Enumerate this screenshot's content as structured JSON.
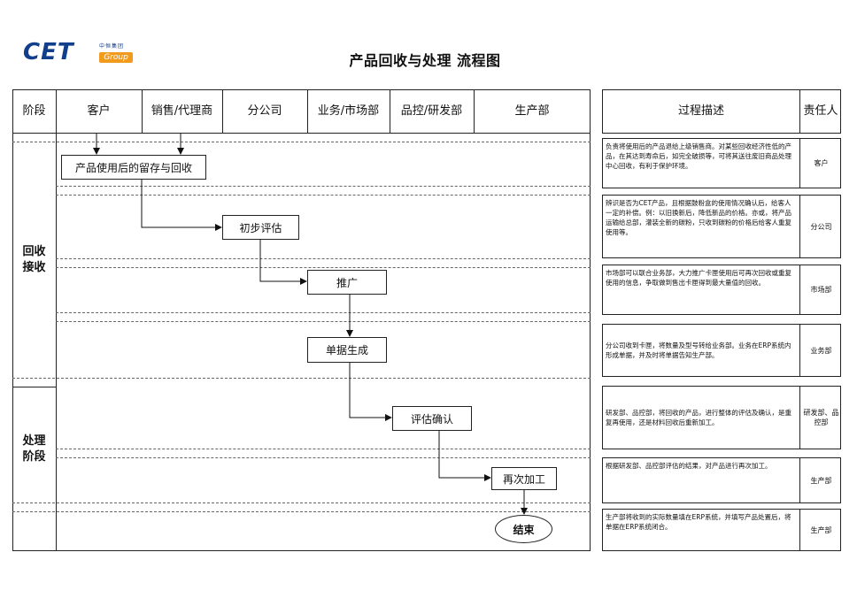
{
  "logo": {
    "brand": "CET",
    "cn": "中恒集团",
    "group": "Group"
  },
  "title": "产品回收与处理 流程图",
  "columns": [
    "阶段",
    "客户",
    "销售/代理商",
    "分公司",
    "业务/市场部",
    "品控/研发部",
    "生产部"
  ],
  "desc_header": {
    "description": "过程描述",
    "owner": "责任人"
  },
  "phases": [
    {
      "line1": "回收",
      "line2": "接收"
    },
    {
      "line1": "处理",
      "line2": "阶段"
    }
  ],
  "nodes": {
    "n1": "产品使用后的留存与回收",
    "n2": "初步评估",
    "n3": "推广",
    "n4": "单据生成",
    "n5": "评估确认",
    "n6": "再次加工",
    "end": "结束"
  },
  "rows": [
    {
      "description": "负责将使用后的产品退给上级销售商。对某些回收经济性低的产品，在其达到寿命后，如完全破损等，可将其送往废旧商品处理中心回收，有利于保护环境。",
      "owner": "客户"
    },
    {
      "description": "辨识是否为CET产品，且根据鼓粉盒的使用情况确认后，给客人一定的补偿。例：以旧换新后，降低新品的价格。亦或，将产品运输给总部，灌装全新的碳粉，只收到碳粉的价格后给客人重复使用等。",
      "owner": "分公司"
    },
    {
      "description": "市场部可以联合业务部，大力推广卡匣使用后可再次回收或重复使用的信息，争取做到售出卡匣得到最大量值的回收。",
      "owner": "市场部"
    },
    {
      "description": "分公司收到卡匣，将数量及型号转给业务部。业务在ERP系统内形成单据，并及时将单据告知生产部。",
      "owner": "业务部"
    },
    {
      "description": "研发部、品控部，将回收的产品，进行整体的评估及确认，是重复再使用，还是材料回收后重新加工。",
      "owner": "研发部、品控部"
    },
    {
      "description": "根据研发部、品控部评估的结果，对产品进行再次加工。",
      "owner": "生产部"
    },
    {
      "description": "生产部将收到的实际数量填在ERP系统，并填写产品处置后，将单据在ERP系统闭合。",
      "owner": "生产部"
    }
  ]
}
